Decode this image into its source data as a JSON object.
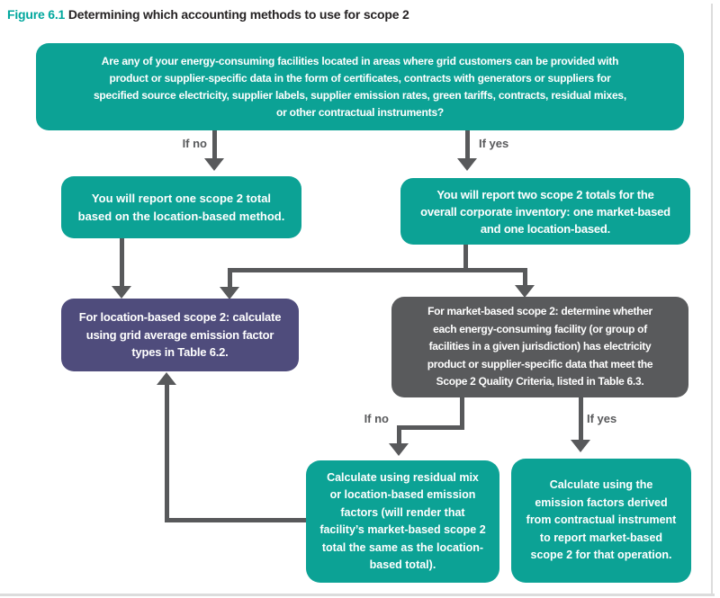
{
  "title": {
    "label": "Figure 6.1",
    "text": "Determining which accounting methods to use for scope 2"
  },
  "colors": {
    "teal_node": "#0ca295",
    "purple_node": "#4f4c7c",
    "gray_node": "#595a5c",
    "arrow": "#58595b",
    "title_accent": "#00a79d",
    "title_text": "#262324",
    "node_text": "#ffffff",
    "frame_border": "#dcdcdc"
  },
  "nodes": {
    "question": {
      "lines": [
        "Are any of your energy-consuming facilities located in areas where grid customers can be provided with",
        "product or supplier-specific data in the form of certificates, contracts with generators or suppliers for",
        "specified source electricity, supplier labels, supplier emission rates, green tariffs, contracts, residual mixes,",
        "or other contractual instruments?"
      ]
    },
    "one_total": {
      "lines": [
        "You will report one scope 2 total",
        "based on the location-based method."
      ]
    },
    "two_totals": {
      "lines": [
        "You will report two scope 2 totals for the",
        "overall corporate inventory: one market-based",
        "and one location-based."
      ]
    },
    "location_method": {
      "lines": [
        "For location-based scope 2: calculate",
        "using grid average emission factor",
        "types in Table 6.2."
      ]
    },
    "market_method": {
      "lines": [
        "For market-based scope 2: determine whether",
        "each energy-consuming facility (or group of",
        "facilities in a given jurisdiction) has electricity",
        "product or supplier-specific data that meet the",
        "Scope 2 Quality Criteria, listed in Table 6.3."
      ]
    },
    "residual_mix": {
      "lines": [
        "Calculate using residual mix",
        "or location-based emission",
        "factors (will render that",
        "facility’s market-based scope 2",
        "total the same as the location-",
        "based total)."
      ]
    },
    "contractual": {
      "lines": [
        "Calculate using the",
        "emission factors derived",
        "from contractual instrument",
        "to report market-based",
        "scope 2 for that operation."
      ]
    }
  },
  "edge_labels": {
    "question_no": "If no",
    "question_yes": "If yes",
    "criteria_no": "If no",
    "criteria_yes": "If yes"
  }
}
